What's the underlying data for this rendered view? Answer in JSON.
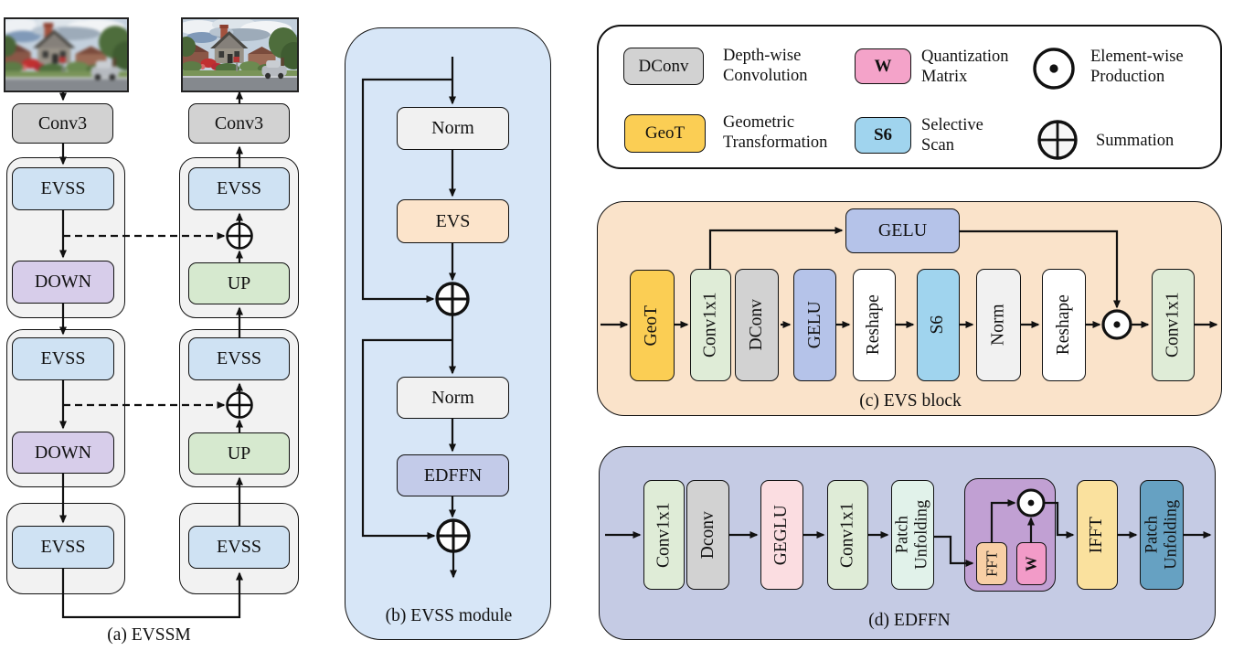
{
  "figure": {
    "type": "architecture-diagram",
    "panels": [
      "(a) EVSSM",
      "(b) EVSS module",
      "(c) EVS block",
      "(d) EDFFN"
    ]
  },
  "panel_a": {
    "caption": "(a) EVSSM",
    "conv3": "Conv3",
    "evss": "EVSS",
    "down": "DOWN",
    "up": "UP"
  },
  "panel_b": {
    "caption": "(b) EVSS module",
    "norm": "Norm",
    "evs": "EVS",
    "edffn": "EDFFN"
  },
  "panel_c": {
    "caption": "(c) EVS block",
    "geot": "GeoT",
    "conv1x1": "Conv1x1",
    "dconv": "DConv",
    "gelu": "GELU",
    "reshape": "Reshape",
    "s6": "S6",
    "norm": "Norm"
  },
  "panel_d": {
    "caption": "(d) EDFFN",
    "conv1x1": "Conv1x1",
    "dconv": "Dconv",
    "geglu": "GEGLU",
    "patch_unfolding": "Patch Unfolding",
    "fft": "FFT",
    "w": "W",
    "ifft": "IFFT"
  },
  "legend": {
    "items": [
      {
        "key": "DConv",
        "desc": "Depth-wise Convolution",
        "color": "#d2d2d2"
      },
      {
        "key": "GeoT",
        "desc": "Geometric Transformation",
        "color": "#fbce54"
      },
      {
        "key": "W",
        "desc": "Quantization Matrix",
        "color": "#f4a3c9"
      },
      {
        "key": "S6",
        "desc": "Selective Scan",
        "color": "#a0d4ee"
      },
      {
        "icon": "circled-dot-icon",
        "desc": "Element-wise Production"
      },
      {
        "icon": "circled-plus-icon",
        "desc": "Summation"
      }
    ]
  },
  "colors": {
    "evss_blue": "#cfe2f3",
    "down_purple": "#d7cdea",
    "up_green": "#d6e9cf",
    "conv_gray": "#d2d2d2",
    "stage_bg": "#f2f2f2",
    "module_b_bg": "#d7e6f7",
    "evs_orange": "#fce4cb",
    "edffn_periwinkle": "#c3cbe9",
    "panel_c_bg": "#fae3ca",
    "panel_d_bg": "#c5cbe4",
    "gelu_periwinkle": "#b5c3e9",
    "conv1x1_green": "#dfecd7",
    "s6_blue": "#a0d4ee",
    "geot_gold": "#fbce54",
    "w_pink": "#f29bc8",
    "geglu_pink": "#fbdde1",
    "patch_mint": "#e1f2ea",
    "fft_peach": "#f8cfa5",
    "ifft_yellow": "#fae19e",
    "patch_steel": "#66a1c2",
    "inner_purple": "#c1a0d3",
    "line": "#111111"
  }
}
